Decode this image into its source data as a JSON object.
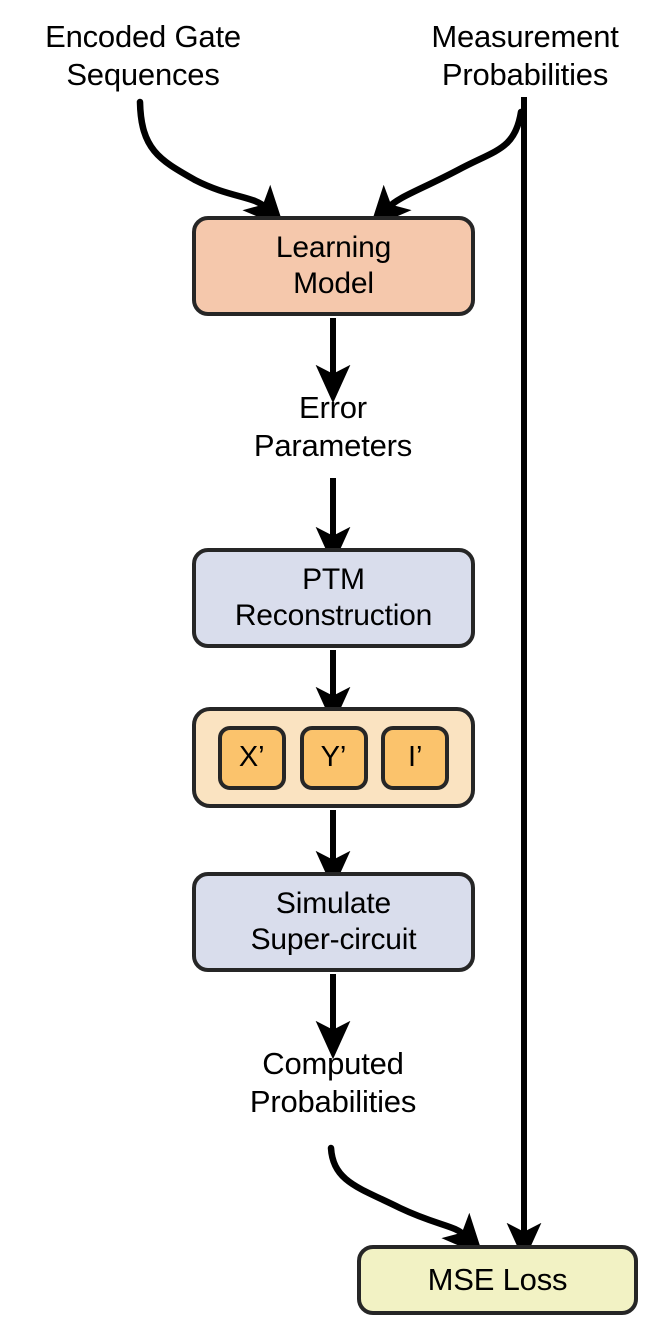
{
  "diagram": {
    "title": "Learning-based PTM reconstruction and MSE loss flow",
    "colors": {
      "learning_model_fill": "#F5C8AC",
      "process_fill": "#D9DDEC",
      "gate_group_fill": "#FAE3C1",
      "gate_fill": "#FBC36C",
      "loss_fill": "#F2F2C4",
      "stroke": "#262626",
      "text": "#000000",
      "background": "#FFFFFF"
    },
    "inputs": {
      "encoded_gate_sequences": "Encoded Gate\nSequences",
      "measurement_probabilities": "Measurement\nProbabilities"
    },
    "nodes": {
      "learning_model": "Learning\nModel",
      "ptm_reconstruction": "PTM\nReconstruction",
      "simulate_super_circuit": "Simulate\nSuper-circuit",
      "mse_loss": "MSE Loss"
    },
    "intermediate_labels": {
      "error_parameters": "Error\nParameters",
      "computed_probabilities": "Computed\nProbabilities"
    },
    "gates": [
      {
        "label": "X’"
      },
      {
        "label": "Y’"
      },
      {
        "label": "I’"
      }
    ],
    "edges": [
      {
        "from": "encoded-gate-sequences",
        "to": "learning-model",
        "style": "curved-arrow"
      },
      {
        "from": "measurement-probabilities",
        "to": "learning-model",
        "style": "curved-arrow"
      },
      {
        "from": "learning-model",
        "to": "error-parameters",
        "style": "straight-arrow"
      },
      {
        "from": "error-parameters",
        "to": "ptm-reconstruction",
        "style": "straight-arrow"
      },
      {
        "from": "ptm-reconstruction",
        "to": "gate-group",
        "style": "straight-arrow"
      },
      {
        "from": "gate-group",
        "to": "simulate-super-circuit",
        "style": "straight-arrow"
      },
      {
        "from": "simulate-super-circuit",
        "to": "computed-probabilities",
        "style": "straight-arrow"
      },
      {
        "from": "computed-probabilities",
        "to": "mse-loss",
        "style": "curved-arrow"
      },
      {
        "from": "measurement-probabilities",
        "to": "mse-loss",
        "style": "straight-arrow"
      }
    ]
  }
}
